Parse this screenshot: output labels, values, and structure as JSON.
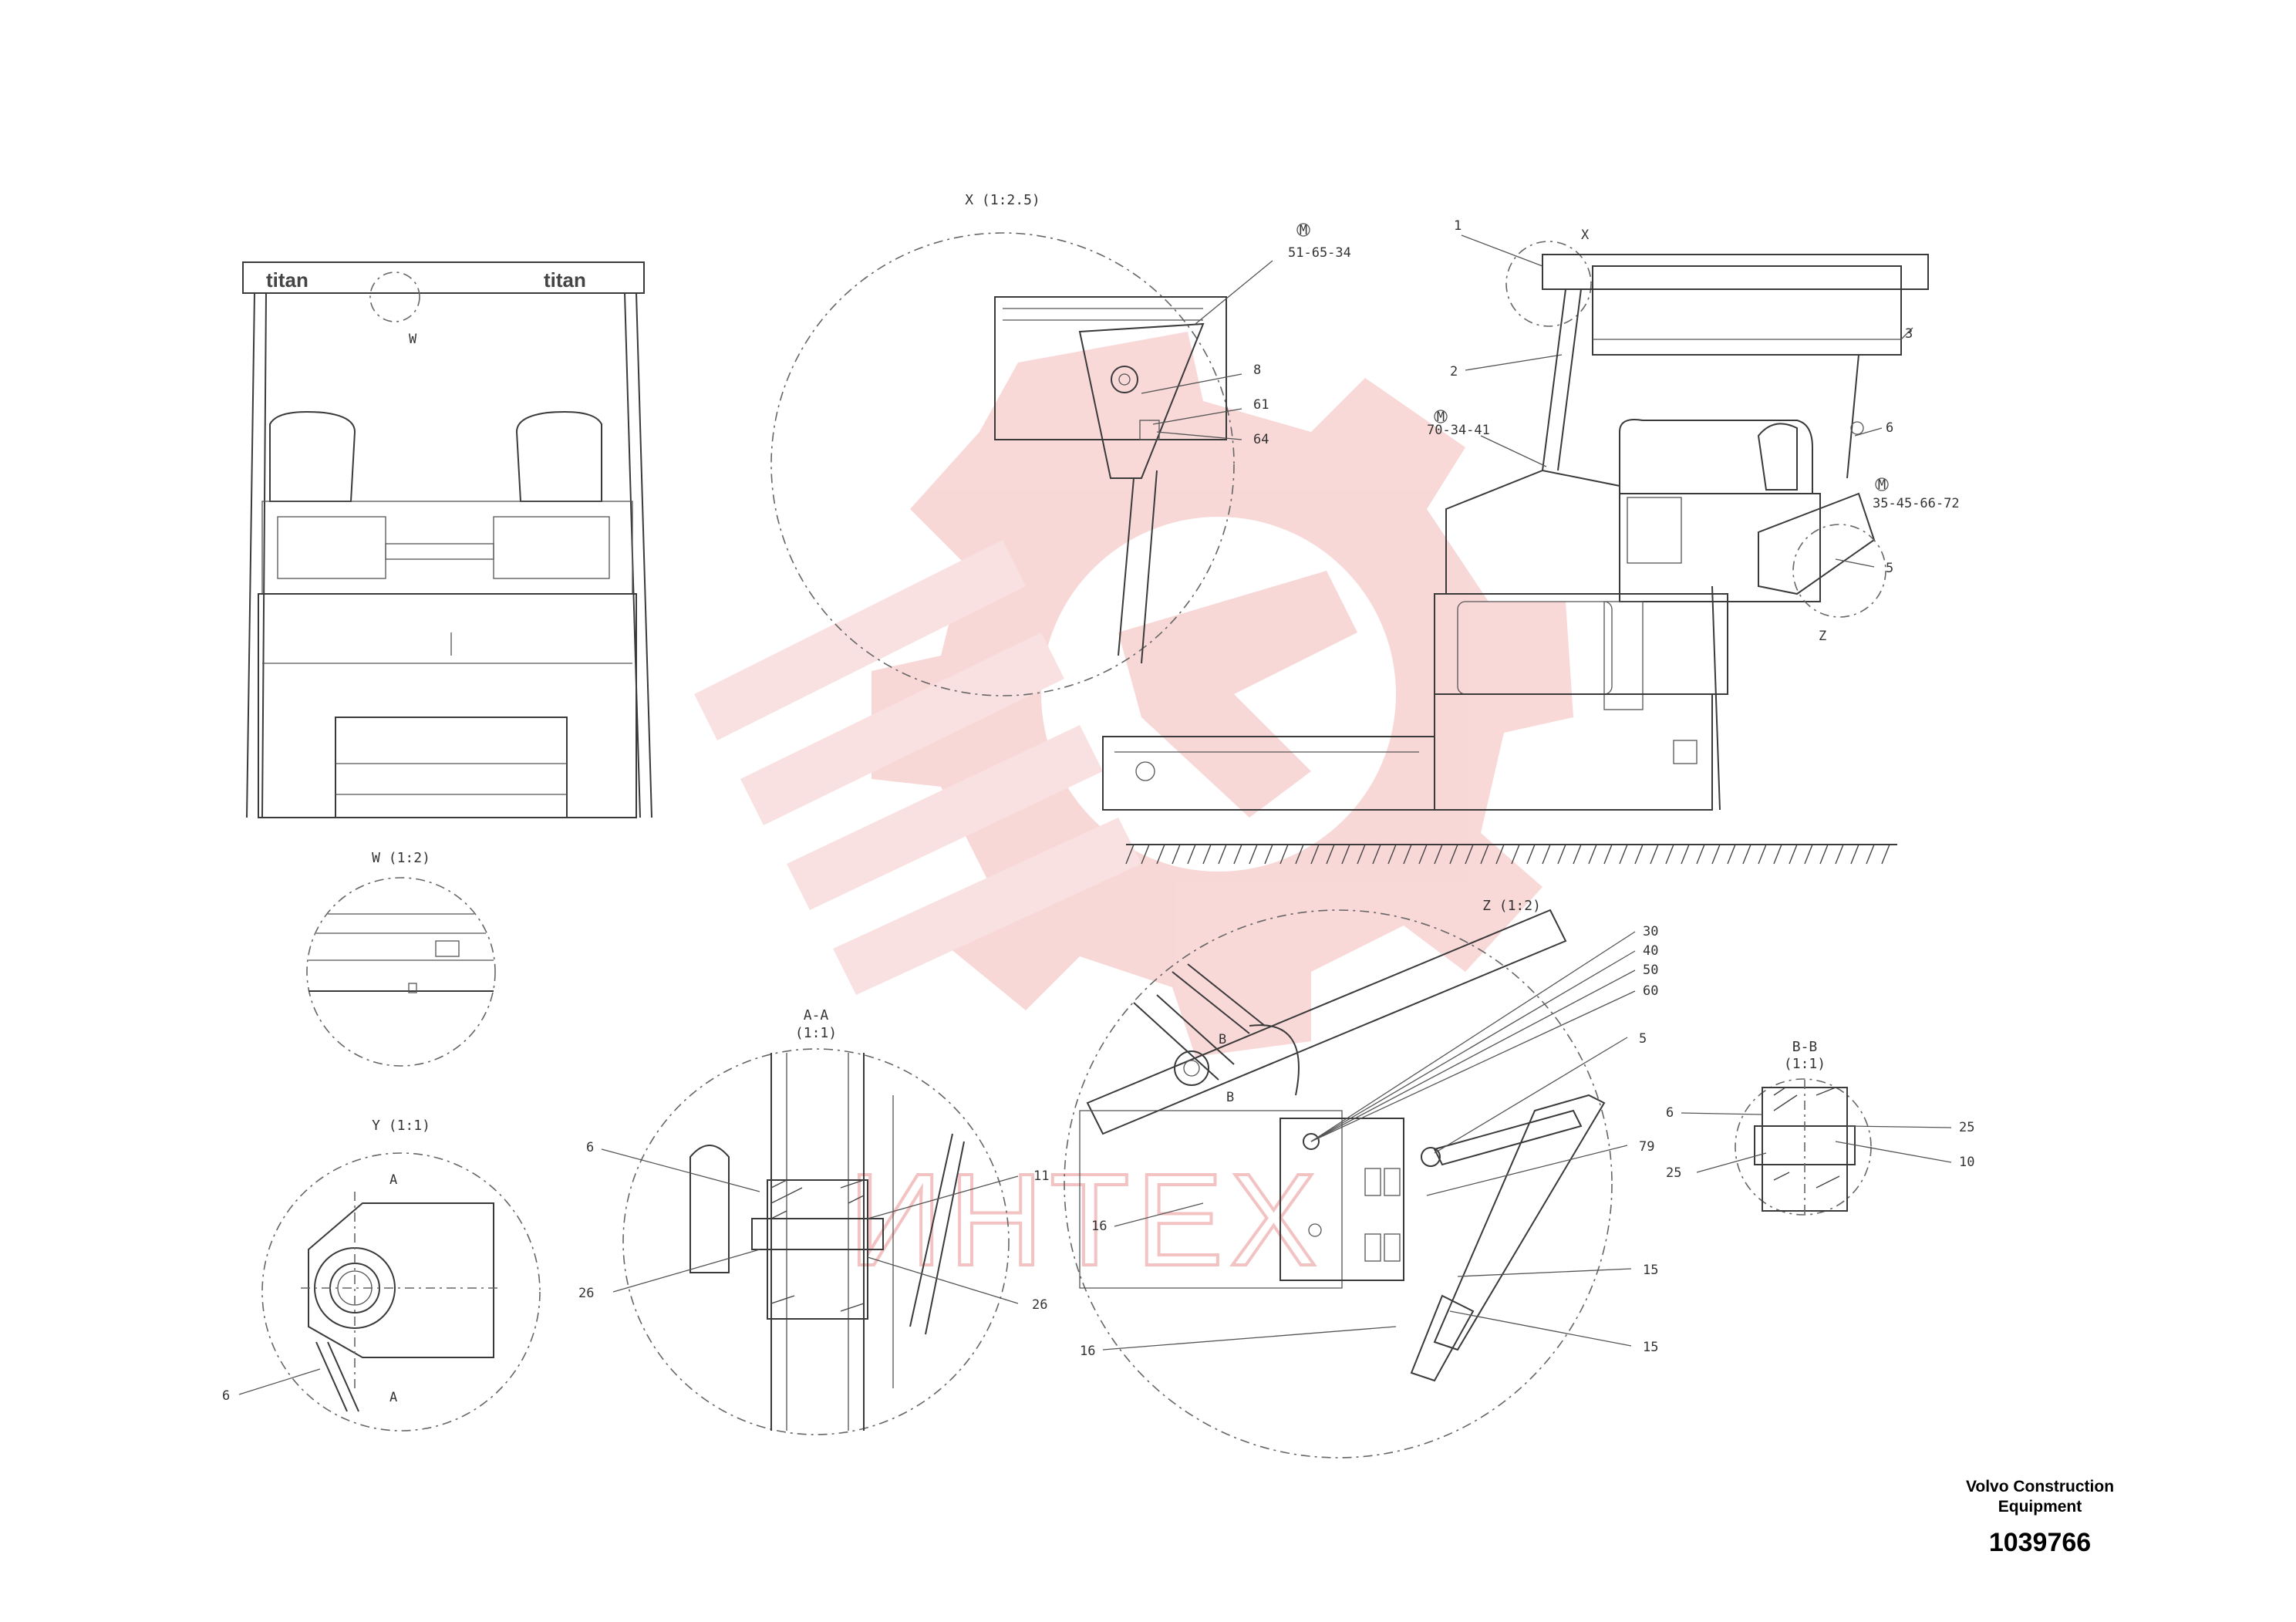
{
  "labels": {
    "view_x_title": "X (1:2.5)",
    "view_w_title": "W (1:2)",
    "view_y_title": "Y (1:1)",
    "view_aa_title": "A-A",
    "view_aa_scale": "(1:1)",
    "view_z_title": "Z (1:2)",
    "view_bb_title": "B-B",
    "view_bb_scale": "(1:1)",
    "logo_left": "titan",
    "logo_right": "titan",
    "ref_w": "W",
    "ref_x": "X",
    "ref_z": "Z",
    "sec_a": "A",
    "sec_b": "B",
    "note_m": "M",
    "note_x_code": "51-65-34",
    "note_main_code": "70-34-41",
    "note_rear_code": "35-45-66-72",
    "part_1": "1",
    "part_2": "2",
    "part_3": "3",
    "part_5": "5",
    "part_6": "6",
    "part_8": "8",
    "part_61": "61",
    "part_64": "64",
    "part_30": "30",
    "part_40": "40",
    "part_50": "50",
    "part_60": "60",
    "part_79": "79",
    "part_15": "15",
    "part_16": "16",
    "part_11": "11",
    "part_26": "26",
    "part_25": "25",
    "part_10": "10"
  },
  "watermark": {
    "text": "ИНТЕХ",
    "color": "#f3c2c2"
  },
  "brand": {
    "company_line1": "Volvo Construction",
    "company_line2": "Equipment",
    "document_number": "1039766"
  }
}
